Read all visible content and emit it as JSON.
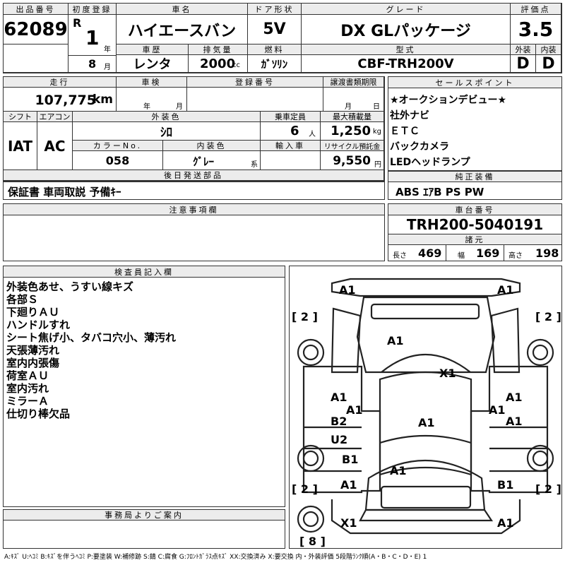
{
  "lot": {
    "label": "出品番号",
    "value": "62089"
  },
  "first_reg": {
    "label": "初度登録",
    "era": "R",
    "year": "1",
    "year_unit": "年",
    "month": "8",
    "month_unit": "月"
  },
  "car_name": {
    "label": "車名",
    "value": "ハイエースバン"
  },
  "doors": {
    "label": "ドア形状",
    "value": "5V"
  },
  "grade": {
    "label": "グレード",
    "value": "DX GLパッケージ"
  },
  "score": {
    "label": "評価点",
    "value": "3.5",
    "ext_label": "外装",
    "int_label": "内装",
    "ext_value": "D",
    "int_value": "D"
  },
  "history": {
    "label": "車歴",
    "value": "レンタ"
  },
  "displacement": {
    "label": "排気量",
    "value": "2000",
    "unit": "cc"
  },
  "fuel": {
    "label": "燃料",
    "value": "ｶﾞｿﾘﾝ"
  },
  "model": {
    "label": "型式",
    "value": "CBF-TRH200V"
  },
  "mileage": {
    "label": "走行",
    "value": "107,775",
    "unit": "km"
  },
  "inspection": {
    "label": "車検",
    "year_unit": "年",
    "month_unit": "月"
  },
  "reg_no": {
    "label": "登録番号"
  },
  "transfer_deadline": {
    "label": "譲渡書類期限",
    "month_unit": "月",
    "day_unit": "日"
  },
  "shift": {
    "label": "シフト",
    "value": "IAT"
  },
  "aircon": {
    "label": "エアコン",
    "value": "AC"
  },
  "ext_color": {
    "label": "外装色",
    "value": "ｼﾛ"
  },
  "capacity": {
    "label": "乗車定員",
    "value": "6",
    "unit": "人"
  },
  "max_load": {
    "label": "最大積載量",
    "value": "1,250",
    "unit": "kg"
  },
  "color_no": {
    "label": "カラーNo.",
    "value": "058"
  },
  "int_color": {
    "label": "内装色",
    "value": "ｸﾞﾚｰ",
    "suffix": "系"
  },
  "import": {
    "label": "輸入車"
  },
  "recycle": {
    "label": "リサイクル預託金",
    "value": "9,550",
    "unit": "円"
  },
  "sales_points": {
    "label": "セールスポイント",
    "items": [
      "★オークションデビュー★",
      "社外ナビ",
      "ＥＴＣ",
      "バックカメラ",
      "LEDヘッドランプ"
    ]
  },
  "later_parts": {
    "label": "後日発送部品",
    "value": "保証書 車両取説 予備ｷｰ"
  },
  "genuine_equipment": {
    "label": "純正装備",
    "value": "ABS ｴｱB PS PW"
  },
  "notes": {
    "label": "注意事項欄"
  },
  "chassis": {
    "label": "車台番号",
    "value": "TRH200-5040191"
  },
  "dimensions": {
    "label": "諸元",
    "length_label": "長さ",
    "length": "469",
    "width_label": "幅",
    "width": "169",
    "height_label": "高さ",
    "height": "198"
  },
  "inspector": {
    "label": "検査員記入欄",
    "lines": [
      "外装色あせ、うすい線キズ",
      "各部Ｓ",
      "下廻りＡＵ",
      "ハンドルすれ",
      "シート焦げ小、タバコ穴小、薄汚れ",
      "天張薄汚れ",
      "室内内張傷",
      "荷室ＡＵ",
      "室内汚れ",
      "ミラーＡ",
      "仕切り棒欠品"
    ]
  },
  "office": {
    "label": "事務局よりご案内"
  },
  "diagram": {
    "marks": [
      "A1",
      "A1",
      "A1",
      "X1",
      "A1",
      "A1",
      "A1",
      "A1",
      "A1",
      "B2",
      "A1",
      "U2",
      "B1",
      "A1",
      "A1",
      "B1",
      "X1",
      "A1"
    ],
    "tires": [
      "[ 2 ]",
      "[ 2 ]",
      "[ 2 ]",
      "[ 2 ]",
      "[ 8 ]"
    ]
  },
  "legend": "A:ｷｽﾞ  U:ﾍｺﾐ  B:ｷｽﾞを伴うﾍｺﾐ  P:要塗装  W:補修跡  S:錆  C:腐食  G:ﾌﾛﾝﾄｶﾞﾗｽ点ｷｽﾞ  XX:交換済み  X:要交換   内・外装評価  5段階ﾗﾝｸ順(A・B・C・D・E) 1"
}
